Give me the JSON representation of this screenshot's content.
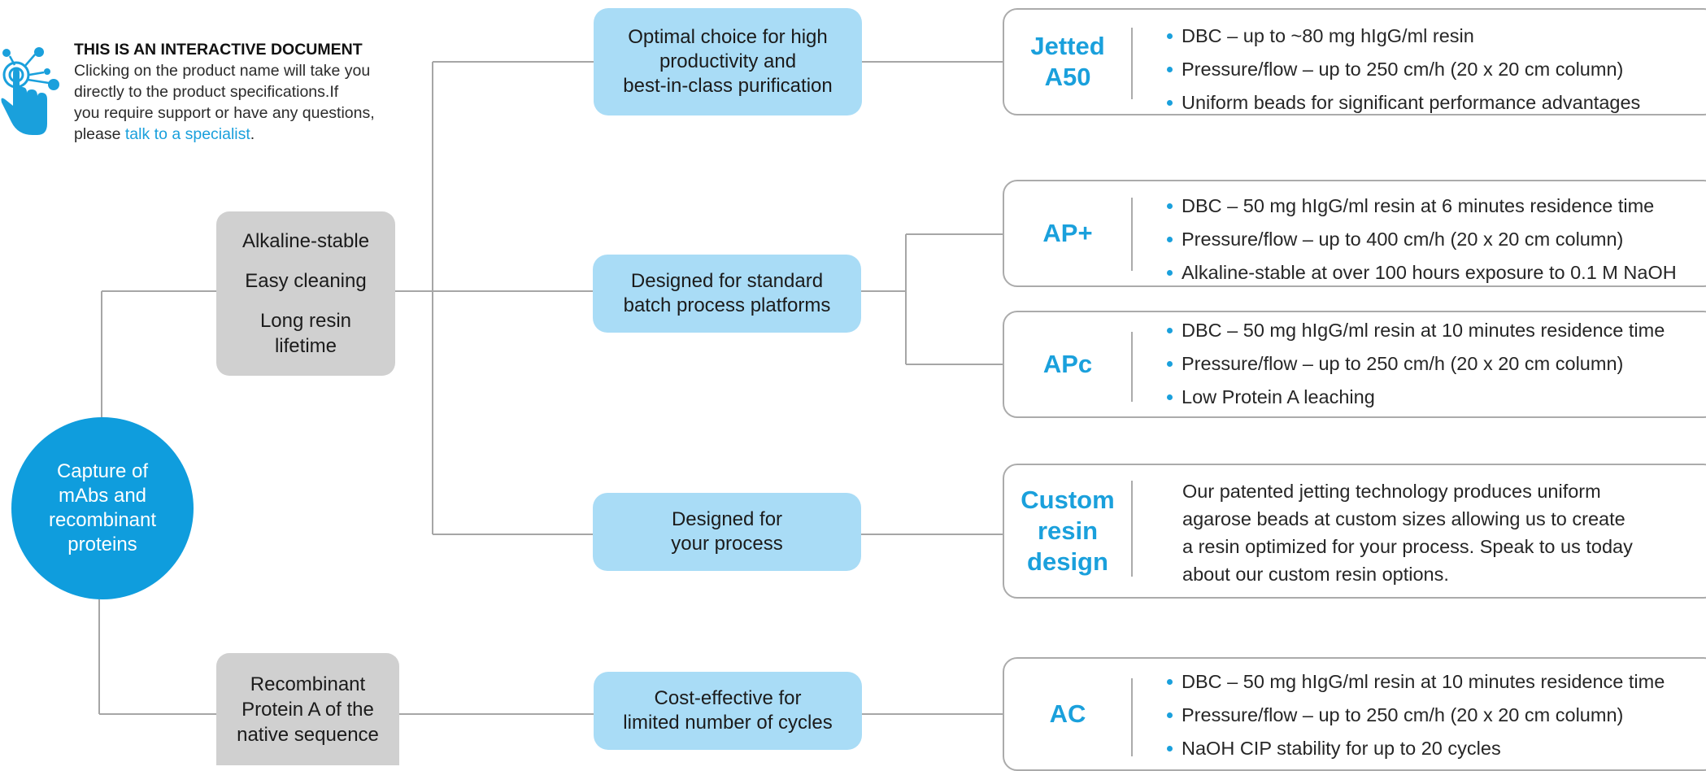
{
  "intro": {
    "heading": "THIS IS AN INTERACTIVE DOCUMENT",
    "text_line1": "Clicking on the product name will take you",
    "text_line2": "directly to the product specifications.If",
    "text_line3": "you require support or have any questions,",
    "text_line4_prefix": "please ",
    "link_text": "talk to a specialist",
    "text_suffix": "."
  },
  "root": {
    "label": "Capture of\nmAbs and\nrecombinant\nproteins"
  },
  "features": {
    "top": [
      "Alkaline-stable",
      "Easy cleaning",
      "Long resin\nlifetime"
    ],
    "bottom": "Recombinant\nProtein A of the\nnative sequence"
  },
  "categories": [
    "Optimal choice for high\nproductivity and\nbest-in-class purification",
    "Designed for standard\nbatch process platforms",
    "Designed for\nyour process",
    "Cost-effective for\nlimited number of cycles"
  ],
  "products": [
    {
      "name": "Jetted\nA50",
      "bullets": [
        "DBC – up to ~80 mg hIgG/ml resin",
        "Pressure/flow – up to 250 cm/h (20 x 20 cm column)",
        "Uniform beads for significant performance advantages"
      ]
    },
    {
      "name": "AP+",
      "bullets": [
        "DBC – 50 mg hIgG/ml resin at 6 minutes residence time",
        "Pressure/flow – up to 400 cm/h (20 x 20 cm column)",
        "Alkaline-stable at over 100 hours exposure to 0.1 M NaOH"
      ]
    },
    {
      "name": "APc",
      "bullets": [
        "DBC – 50 mg hIgG/ml resin at 10 minutes residence time",
        "Pressure/flow – up to 250 cm/h (20 x 20 cm column)",
        "Low Protein A leaching"
      ]
    },
    {
      "name": "Custom\nresin\ndesign",
      "description": "Our patented jetting technology produces uniform agarose beads at custom sizes allowing us to create a resin optimized for your process. Speak to us today about our custom resin options."
    },
    {
      "name": "AC",
      "bullets": [
        "DBC – 50 mg hIgG/ml resin at 10 minutes residence time",
        "Pressure/flow – up to 250 cm/h (20 x 20 cm column)",
        "NaOH CIP stability for up to 20 cycles"
      ]
    }
  ],
  "colors": {
    "root": "#0f9ddd",
    "category": "#a9dcf6",
    "feature": "#d0d0d0",
    "accent": "#1aa0dc",
    "connector": "#a6a6a6"
  }
}
